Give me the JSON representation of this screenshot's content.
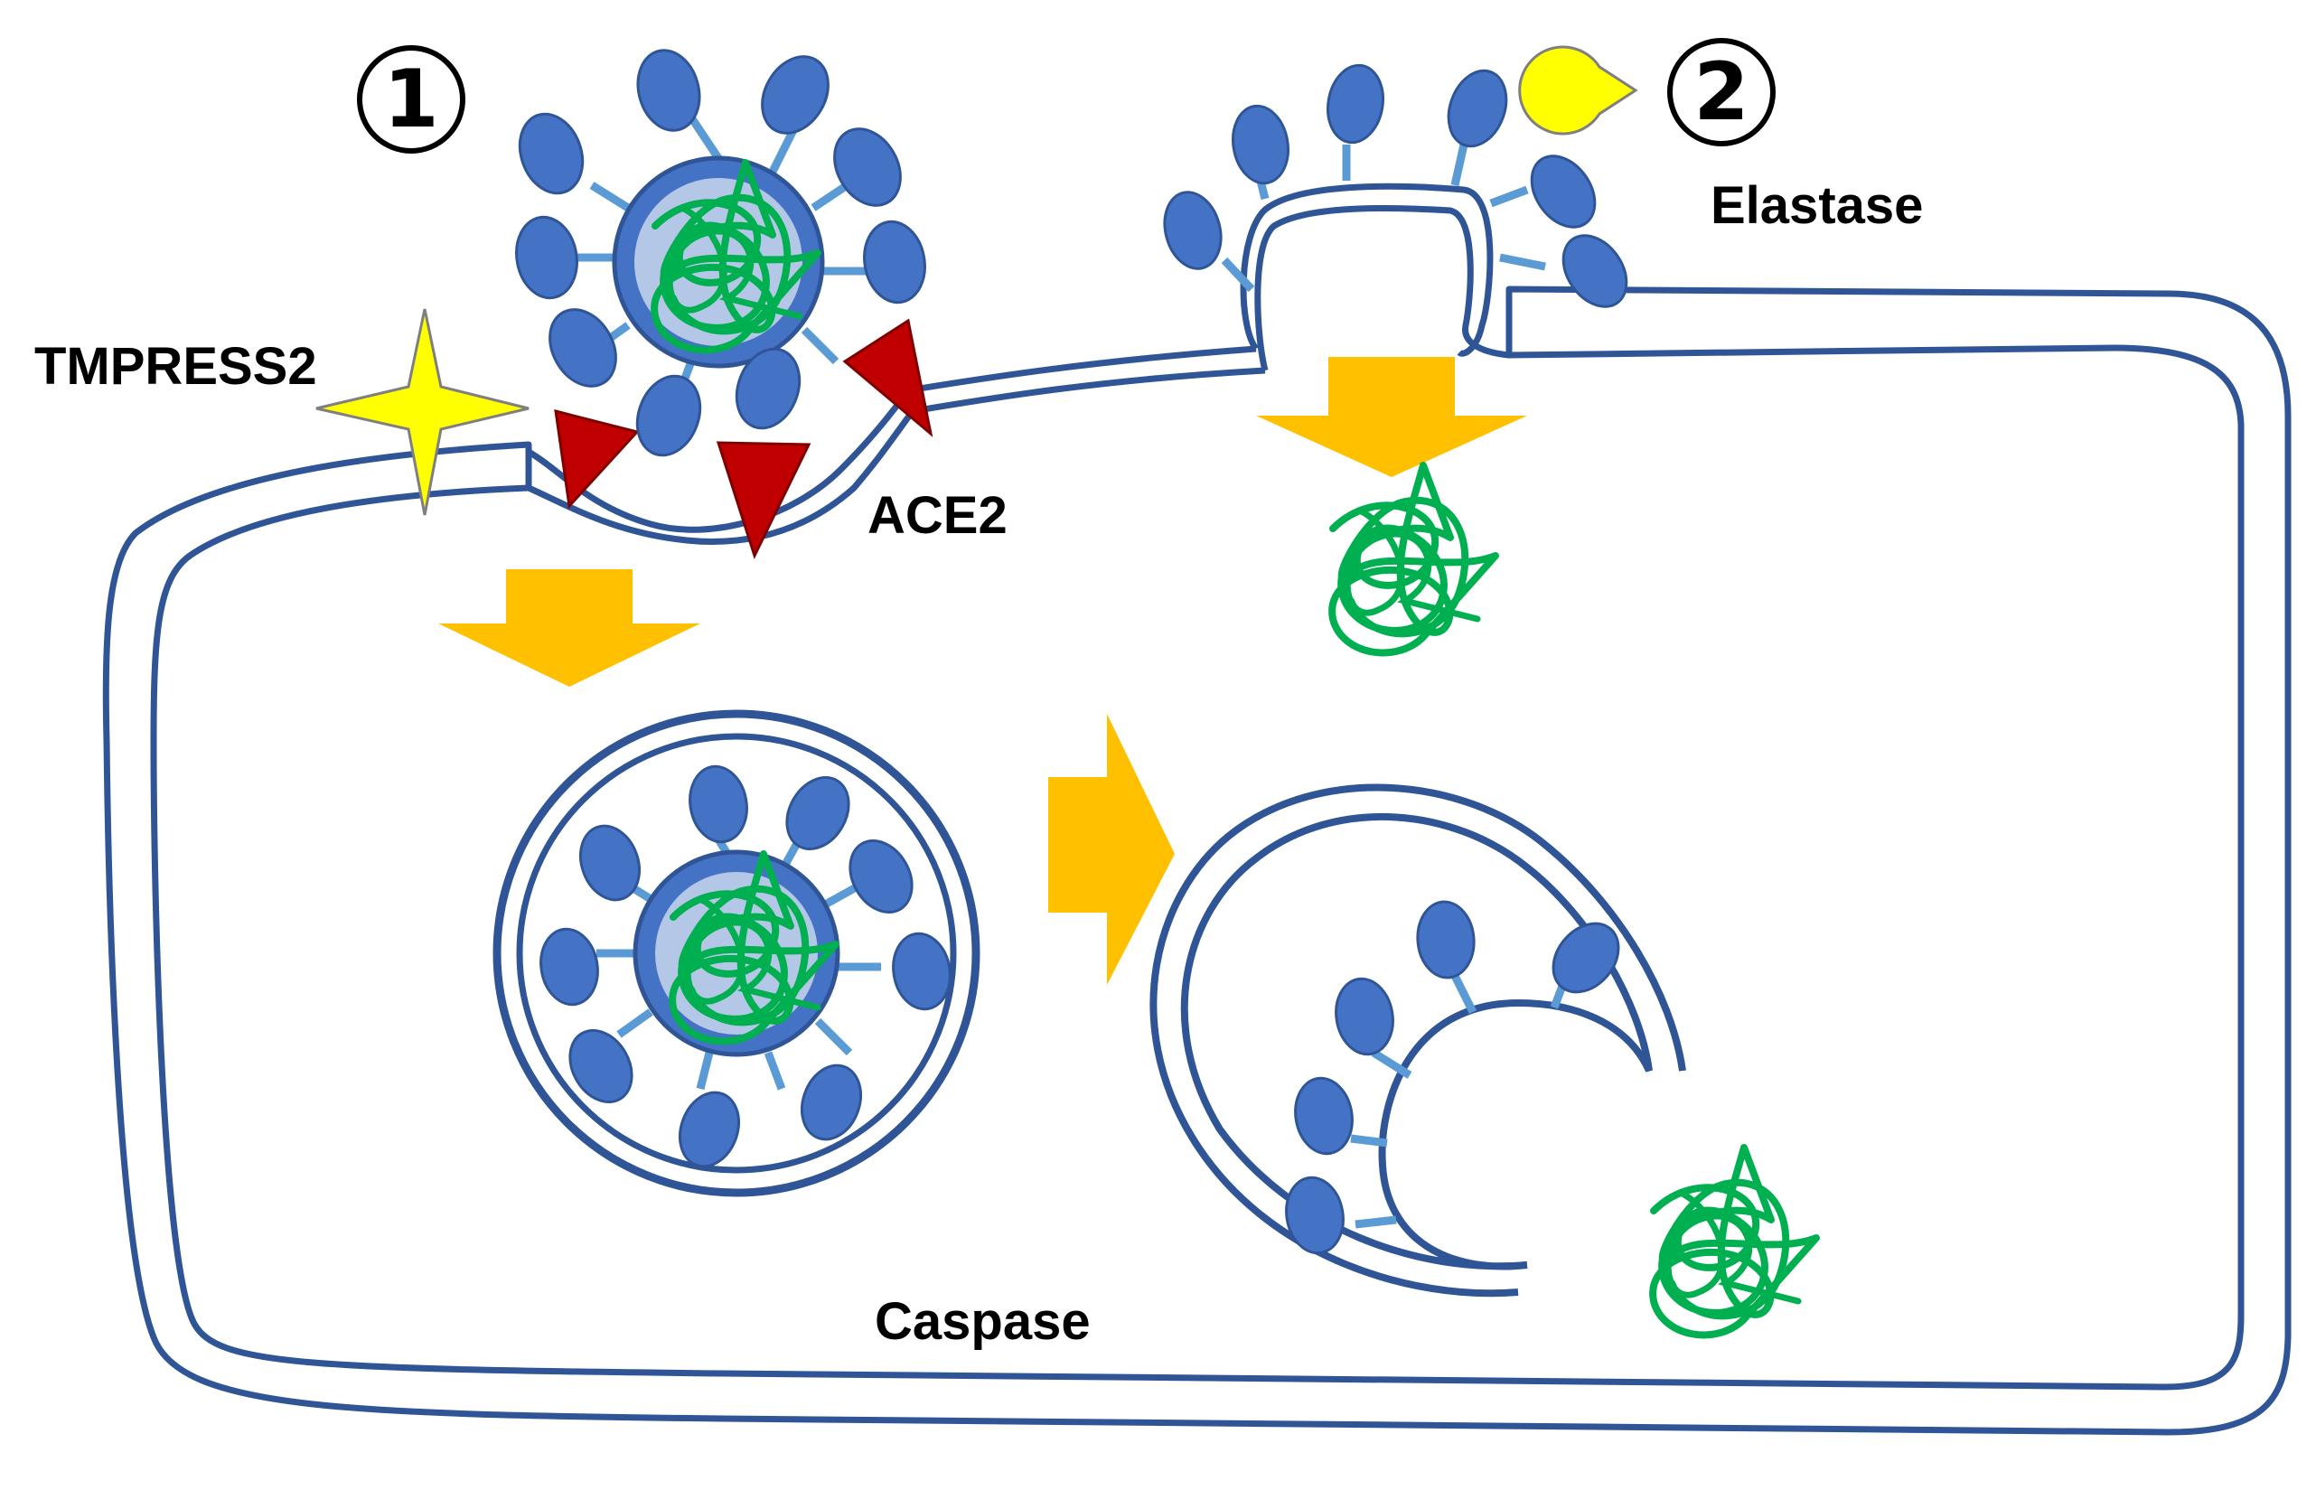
{
  "markers": {
    "pathway_1": "1",
    "pathway_2": "2"
  },
  "labels": {
    "tmpress2": "TMPRESS2",
    "ace2": "ACE2",
    "elastase": "Elastase",
    "caspase": "Caspase"
  },
  "colors": {
    "membrane": "#2F5597",
    "spike": "#4472C4",
    "spike_stalk": "#5B9BD5",
    "capsid_fill": "#B4C7E7",
    "rna": "#00B050",
    "arrow": "#FFC000",
    "receptor": "#C00000",
    "protease": "#FFFF00"
  }
}
